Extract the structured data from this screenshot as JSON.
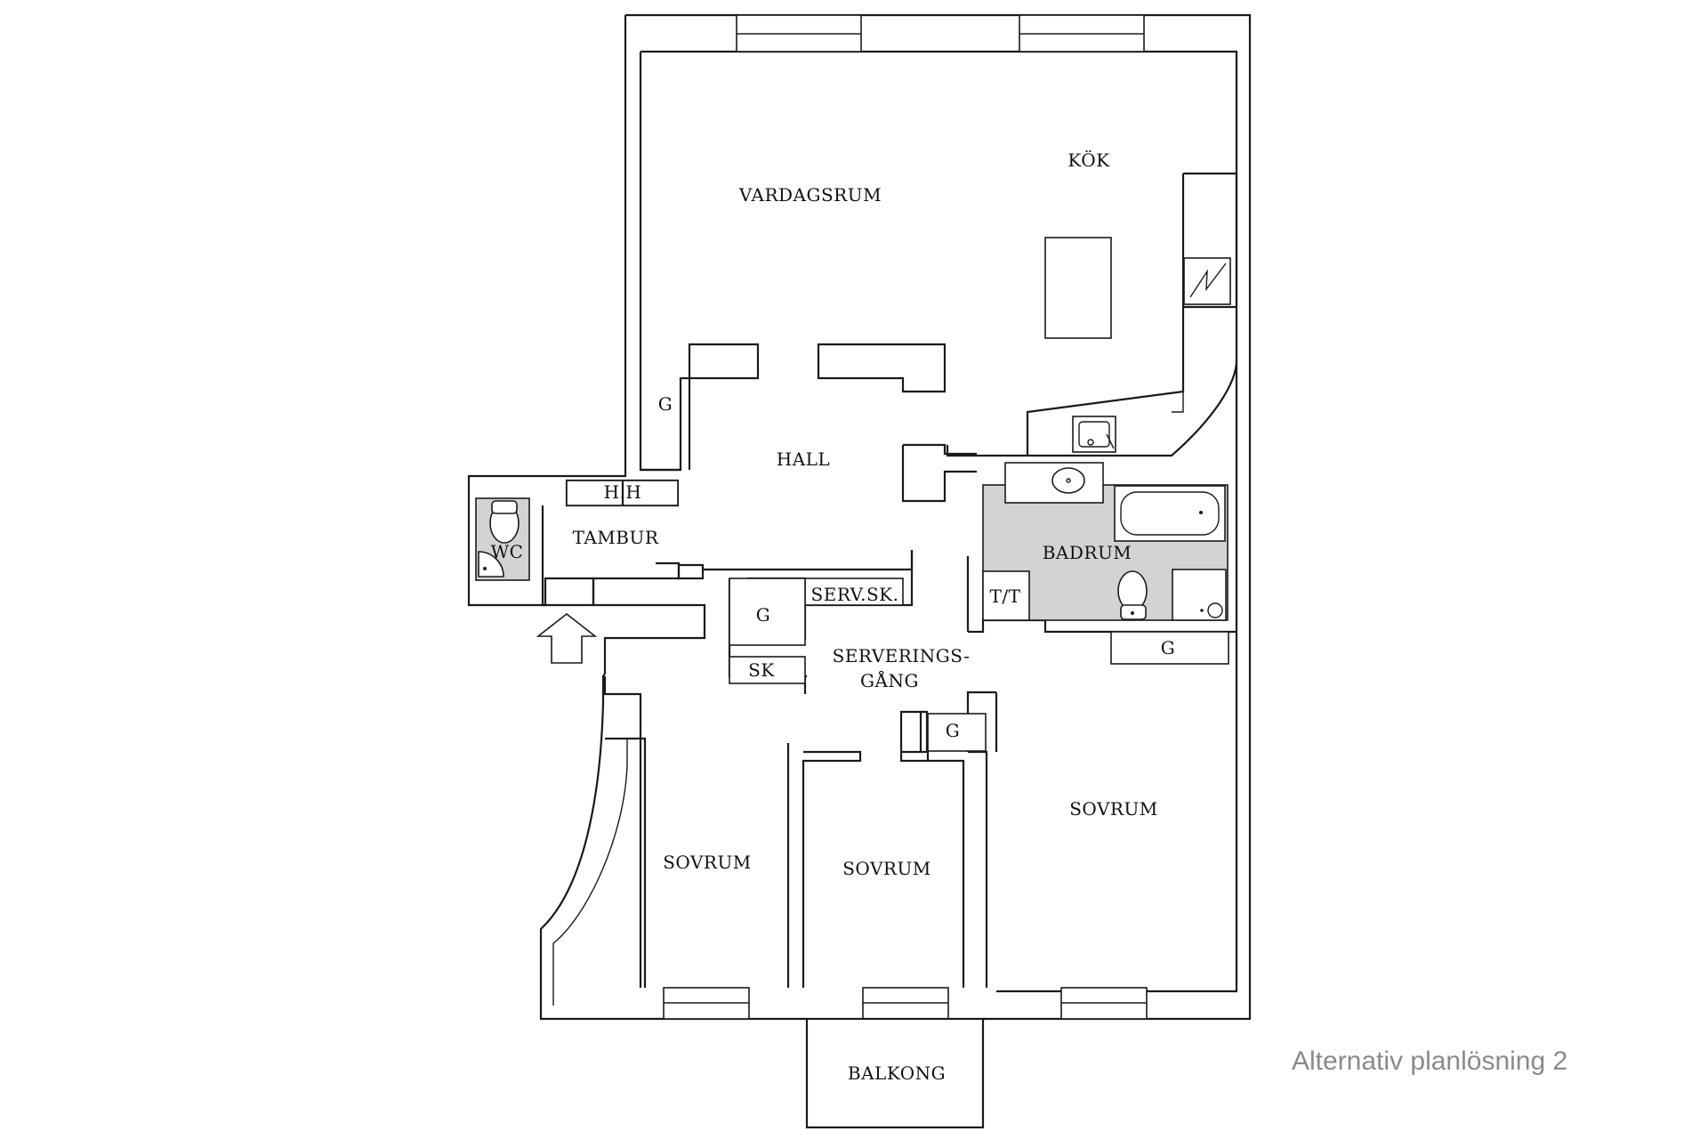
{
  "caption": "Alternativ planlösning 2",
  "rooms": {
    "kok": "KÖK",
    "vardagsrum": "VARDAGSRUM",
    "hall": "HALL",
    "tambur": "TAMBUR",
    "wc": "WC",
    "hh": "H.H",
    "badrum": "BADRUM",
    "tt": "T/T",
    "serv_sk": "SERV.SK.",
    "serverings_1": "SERVERINGS-",
    "serverings_2": "GÅNG",
    "sk": "SK",
    "sovrum_left": "SOVRUM",
    "sovrum_middle": "SOVRUM",
    "sovrum_right": "SOVRUM",
    "balkong": "BALKONG",
    "g_vardagsrum": "G",
    "g_servering": "G",
    "g_sovrum": "G",
    "g_badrum": "G"
  },
  "colors": {
    "wall": "#1a1a1a",
    "wet_area": "#d3d3d3",
    "caption": "#8a8a8a"
  }
}
